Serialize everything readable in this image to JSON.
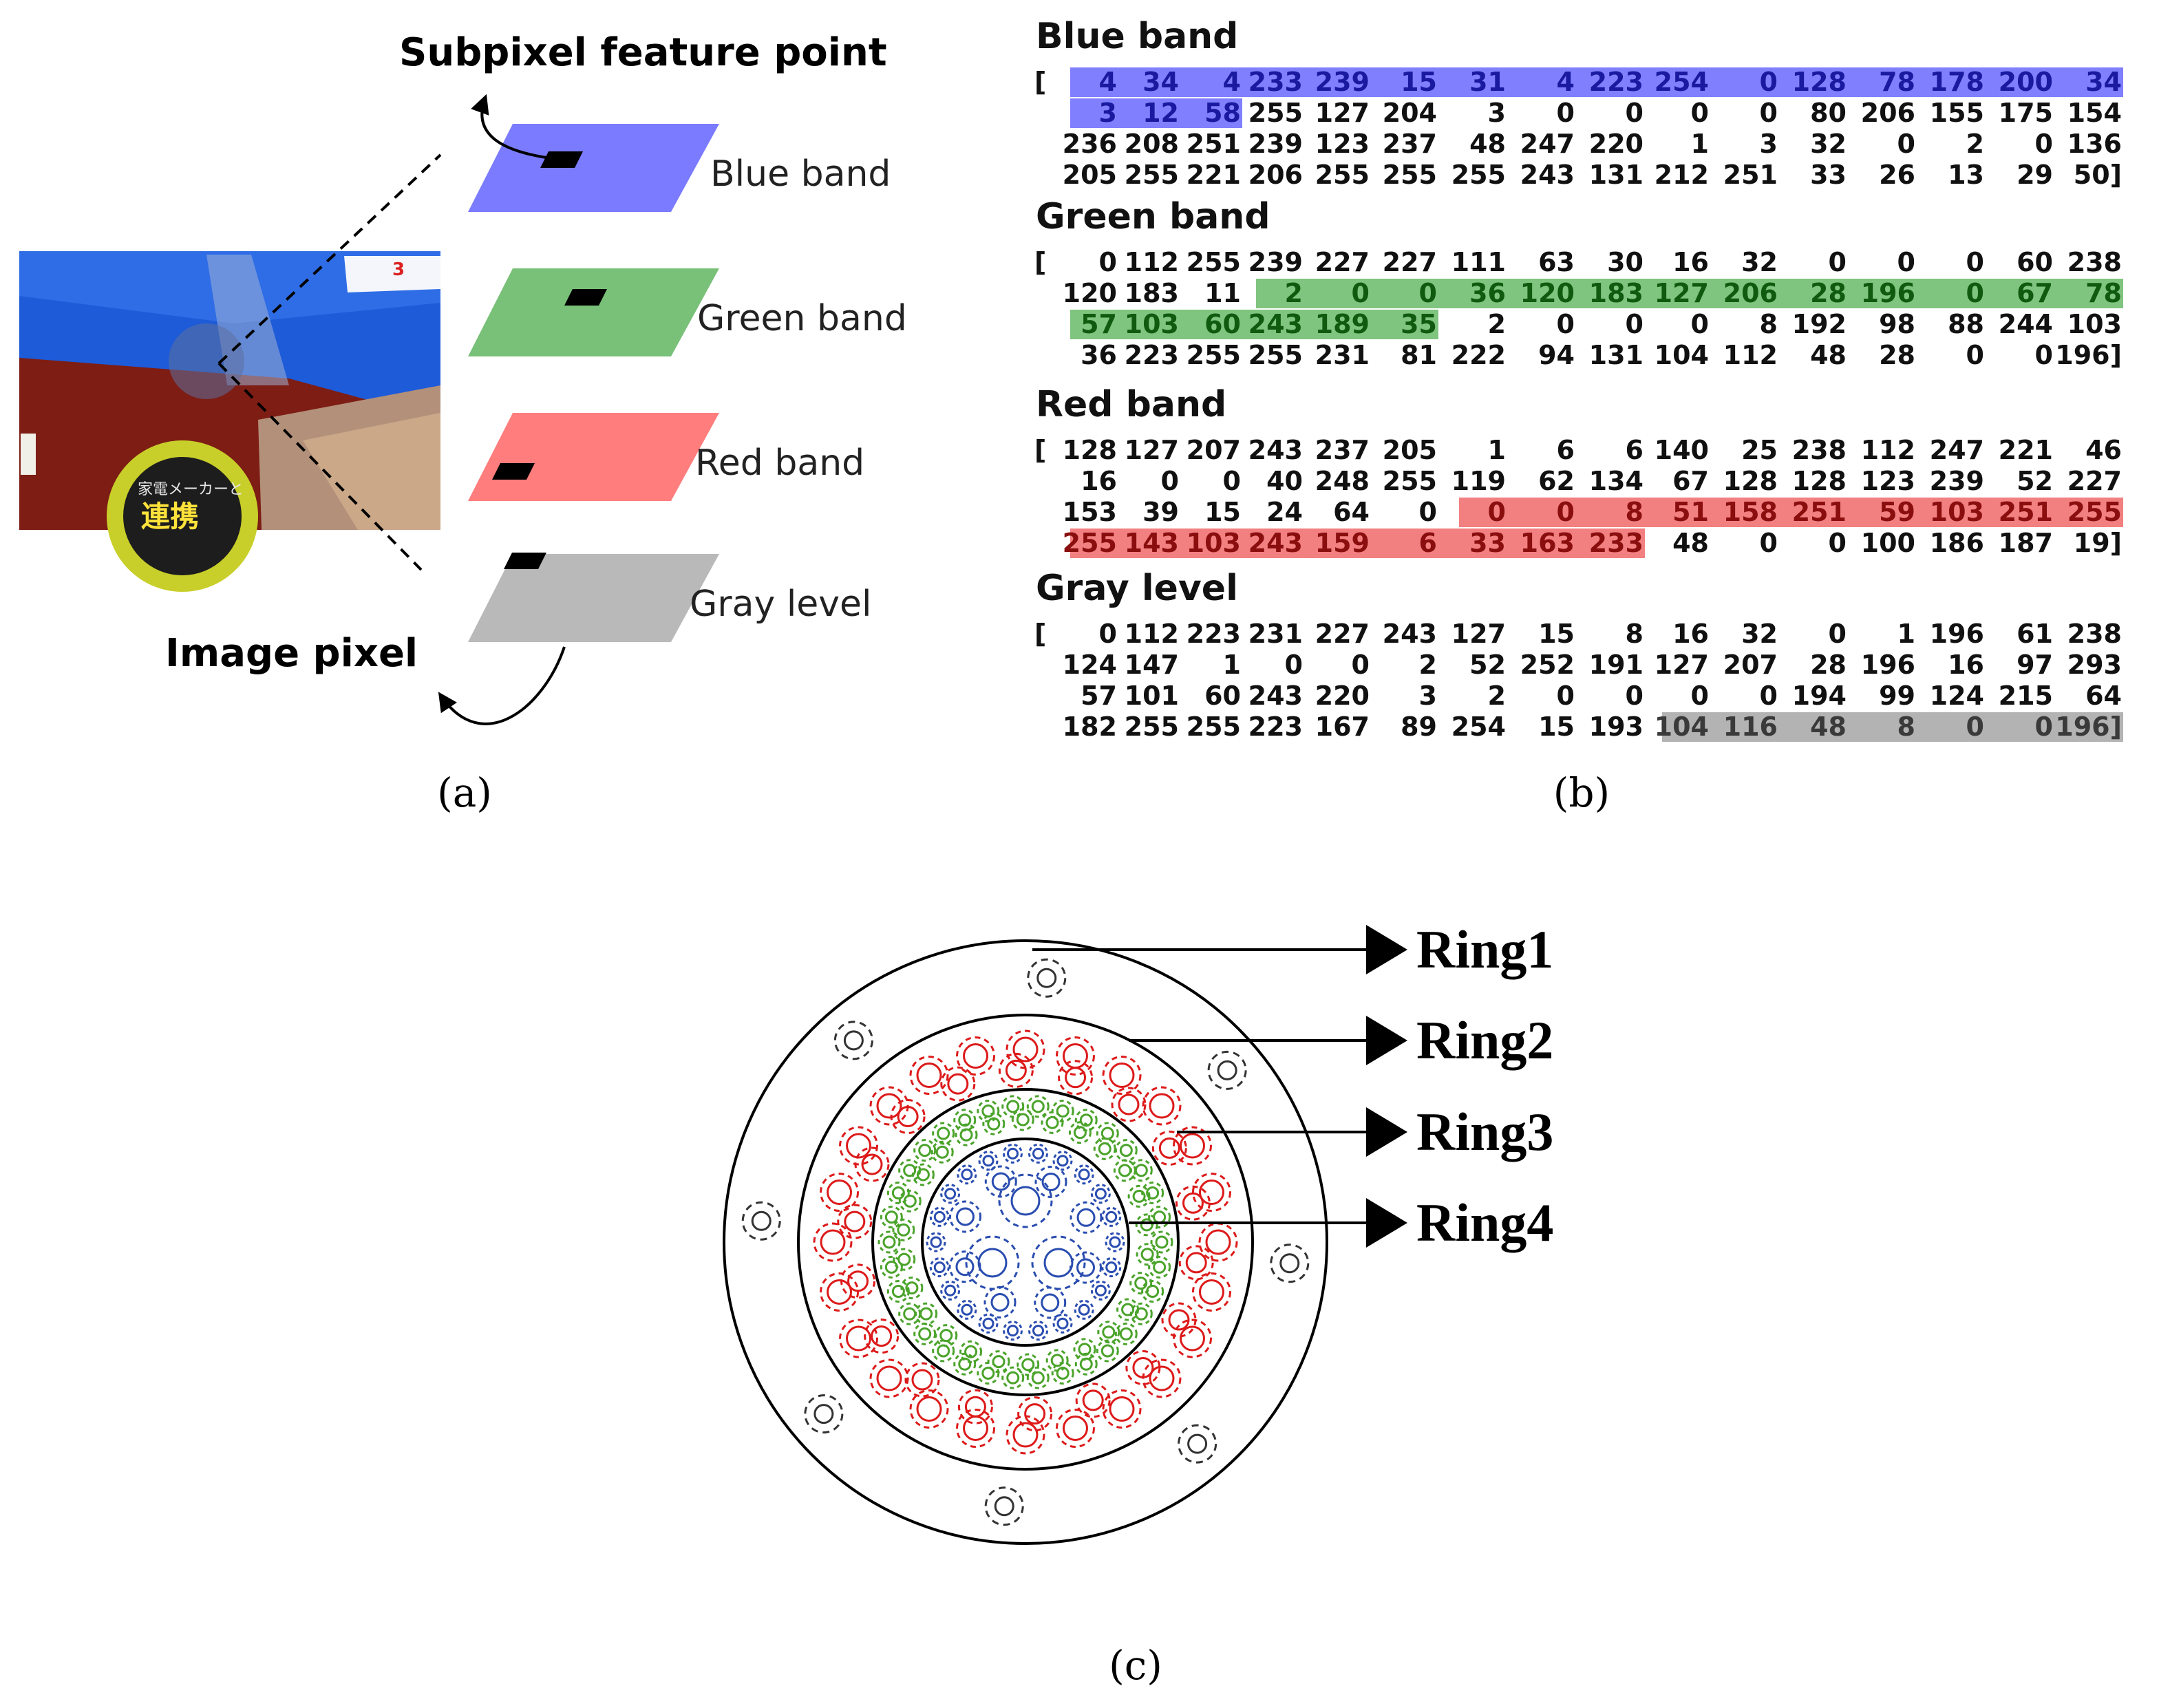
{
  "panel_a": {
    "caption": "(a)",
    "heading_top": "Subpixel feature point",
    "heading_bottom": "Image pixel",
    "layers": [
      {
        "label": "Blue band",
        "color": "#7b7bff"
      },
      {
        "label": "Green band",
        "color": "#79c079"
      },
      {
        "label": "Red band",
        "color": "#ff7d7d"
      },
      {
        "label": "Gray level",
        "color": "#b9b9b9"
      }
    ]
  },
  "panel_b": {
    "caption": "(b)",
    "bands": [
      {
        "title": "Blue band",
        "highlight": "#8080ff",
        "text_color": "#1a1aa0",
        "highlight_spans": [
          [
            0,
            0,
            15
          ],
          [
            1,
            0,
            2
          ]
        ],
        "rows": [
          [
            "[",
            "4",
            "34",
            "4",
            "233",
            "239",
            "15",
            "31",
            "4",
            "223",
            "254",
            "0",
            "128",
            "78",
            "178",
            "200",
            "34"
          ],
          [
            "",
            "3",
            "12",
            "58",
            "255",
            "127",
            "204",
            "3",
            "0",
            "0",
            "0",
            "0",
            "80",
            "206",
            "155",
            "175",
            "154"
          ],
          [
            "",
            "236",
            "208",
            "251",
            "239",
            "123",
            "237",
            "48",
            "247",
            "220",
            "1",
            "3",
            "32",
            "0",
            "2",
            "0",
            "136"
          ],
          [
            "",
            "205",
            "255",
            "221",
            "206",
            "255",
            "255",
            "255",
            "243",
            "131",
            "212",
            "251",
            "33",
            "26",
            "13",
            "29",
            "50]"
          ]
        ]
      },
      {
        "title": "Green band",
        "highlight": "#7fc47f",
        "text_color": "#0f5a0f",
        "highlight_spans": [
          [
            1,
            3,
            15
          ],
          [
            2,
            0,
            5
          ]
        ],
        "rows": [
          [
            "[",
            "0",
            "112",
            "255",
            "239",
            "227",
            "227",
            "111",
            "63",
            "30",
            "16",
            "32",
            "0",
            "0",
            "0",
            "60",
            "238"
          ],
          [
            "",
            "120",
            "183",
            "11",
            "2",
            "0",
            "0",
            "36",
            "120",
            "183",
            "127",
            "206",
            "28",
            "196",
            "0",
            "67",
            "78"
          ],
          [
            "",
            "57",
            "103",
            "60",
            "243",
            "189",
            "35",
            "2",
            "0",
            "0",
            "0",
            "8",
            "192",
            "98",
            "88",
            "244",
            "103"
          ],
          [
            "",
            "36",
            "223",
            "255",
            "255",
            "231",
            "81",
            "222",
            "94",
            "131",
            "104",
            "112",
            "48",
            "28",
            "0",
            "0",
            "196]"
          ]
        ]
      },
      {
        "title": "Red band",
        "highlight": "#f28080",
        "text_color": "#8a0e0e",
        "highlight_spans": [
          [
            2,
            6,
            15
          ],
          [
            3,
            0,
            8
          ]
        ],
        "rows": [
          [
            "[",
            "128",
            "127",
            "207",
            "243",
            "237",
            "205",
            "1",
            "6",
            "6",
            "140",
            "25",
            "238",
            "112",
            "247",
            "221",
            "46"
          ],
          [
            "",
            "16",
            "0",
            "0",
            "40",
            "248",
            "255",
            "119",
            "62",
            "134",
            "67",
            "128",
            "128",
            "123",
            "239",
            "52",
            "227"
          ],
          [
            "",
            "153",
            "39",
            "15",
            "24",
            "64",
            "0",
            "0",
            "0",
            "8",
            "51",
            "158",
            "251",
            "59",
            "103",
            "251",
            "255"
          ],
          [
            "",
            "255",
            "143",
            "103",
            "243",
            "159",
            "6",
            "33",
            "163",
            "233",
            "48",
            "0",
            "0",
            "100",
            "186",
            "187",
            "19]"
          ]
        ]
      },
      {
        "title": "Gray level",
        "highlight": "#b3b3b3",
        "text_color": "#3a3a3a",
        "highlight_spans": [
          [
            3,
            9,
            15
          ]
        ],
        "rows": [
          [
            "[",
            "0",
            "112",
            "223",
            "231",
            "227",
            "243",
            "127",
            "15",
            "8",
            "16",
            "32",
            "0",
            "1",
            "196",
            "61",
            "238"
          ],
          [
            "",
            "124",
            "147",
            "1",
            "0",
            "0",
            "2",
            "52",
            "252",
            "191",
            "127",
            "207",
            "28",
            "196",
            "16",
            "97",
            "293"
          ],
          [
            "",
            "57",
            "101",
            "60",
            "243",
            "220",
            "3",
            "2",
            "0",
            "0",
            "0",
            "0",
            "194",
            "99",
            "124",
            "215",
            "64"
          ],
          [
            "",
            "182",
            "255",
            "255",
            "223",
            "167",
            "89",
            "254",
            "15",
            "193",
            "104",
            "116",
            "48",
            "8",
            "0",
            "0",
            "196]"
          ]
        ]
      }
    ]
  },
  "panel_c": {
    "caption": "(c)",
    "rings": [
      {
        "label": "Ring1",
        "color": "#333333"
      },
      {
        "label": "Ring2",
        "color": "#dd1a1a"
      },
      {
        "label": "Ring3",
        "color": "#4aa32a"
      },
      {
        "label": "Ring4",
        "color": "#2a4db0"
      }
    ]
  }
}
